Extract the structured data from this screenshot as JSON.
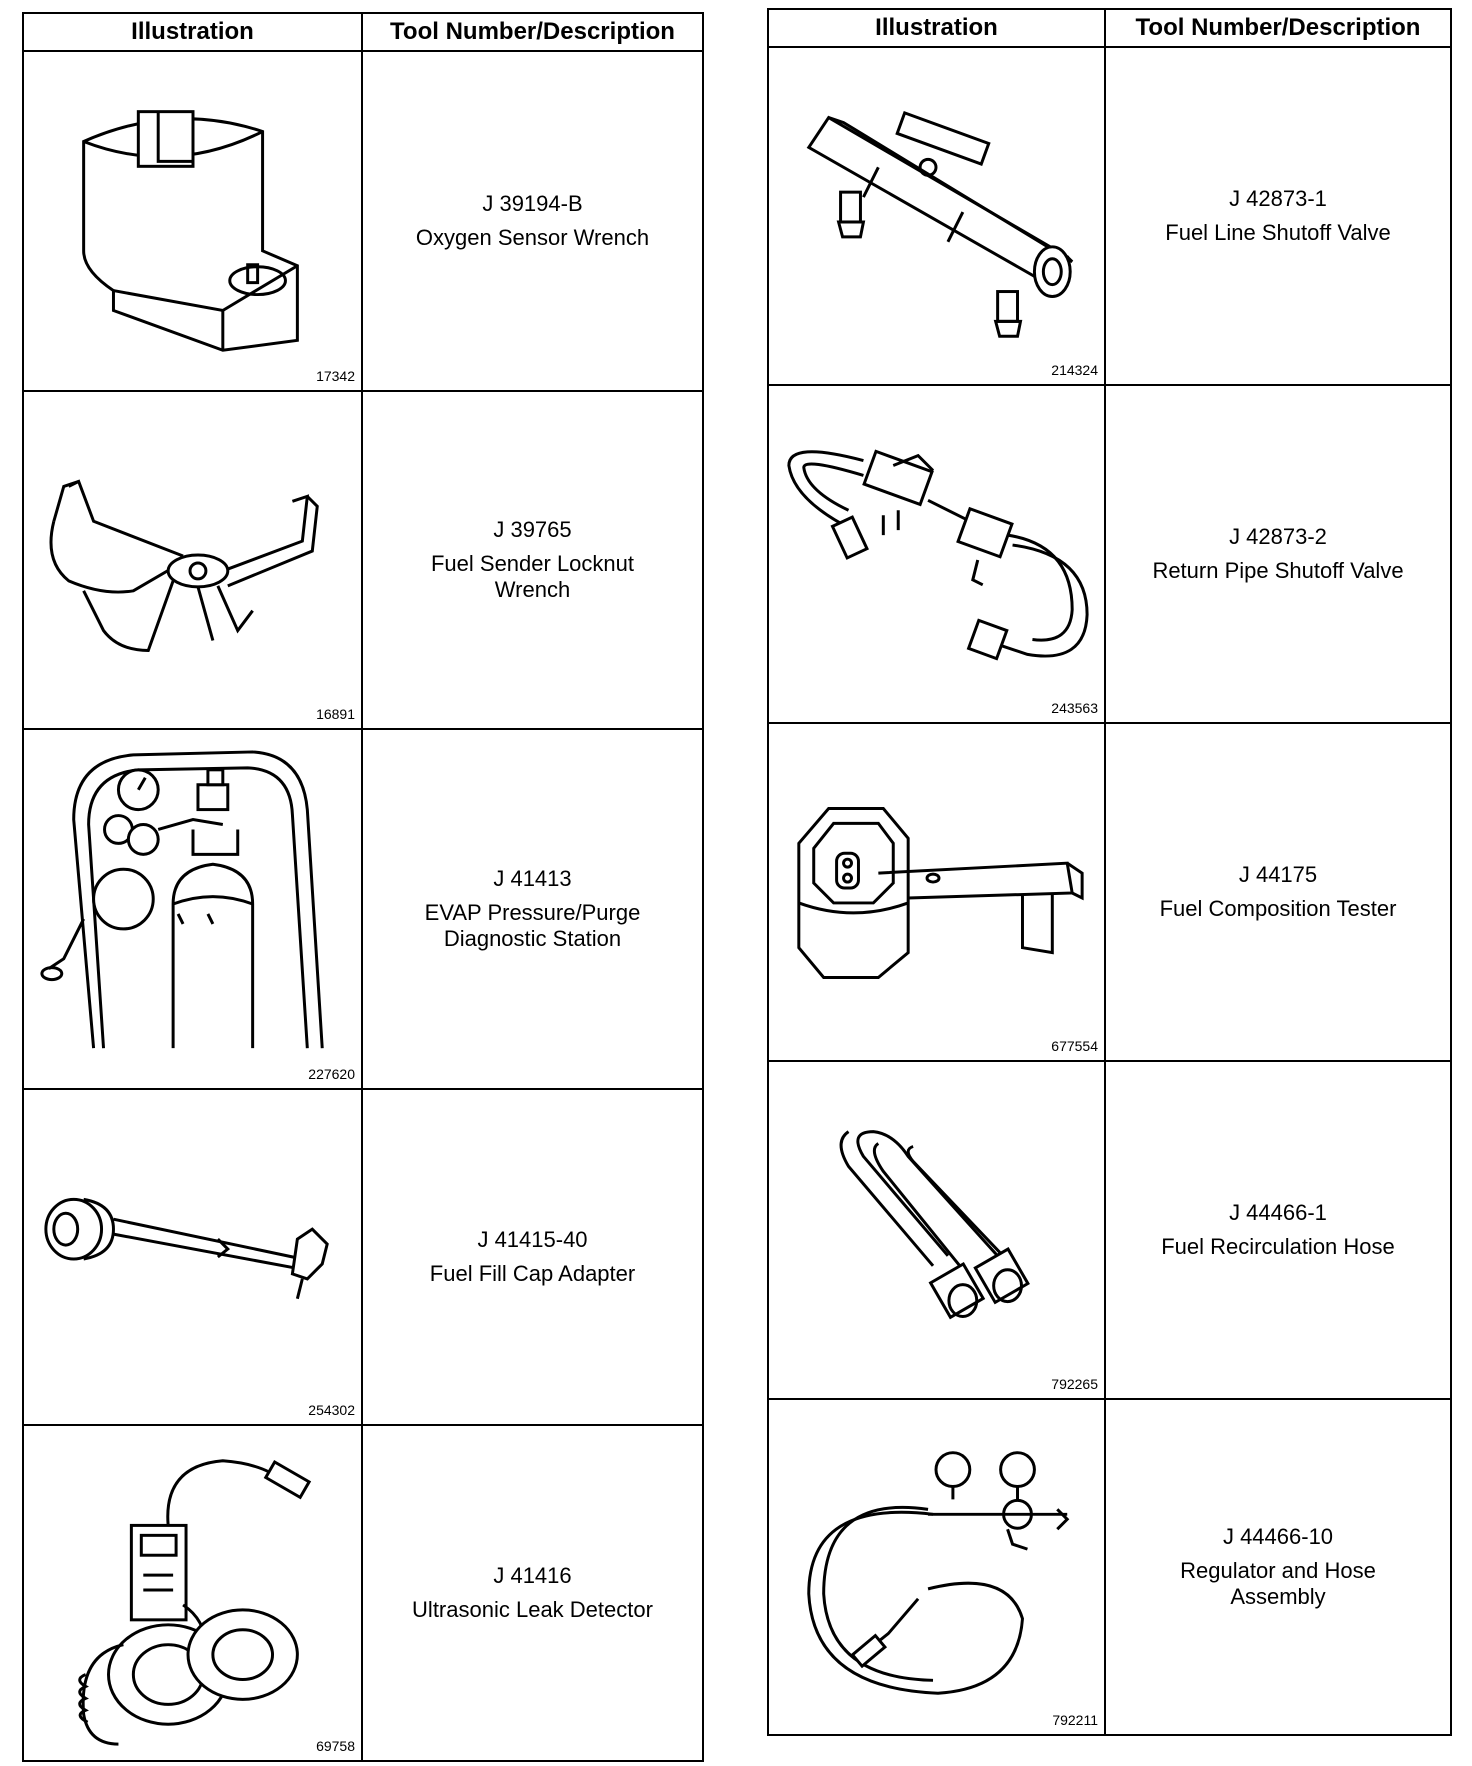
{
  "header": {
    "illustration": "Illustration",
    "tool": "Tool Number/Description"
  },
  "left": [
    {
      "number": "J 39194-B",
      "description": "Oxygen Sensor Wrench",
      "figure": "17342",
      "icon": "oxygen-sensor-wrench-illustration"
    },
    {
      "number": "J 39765",
      "description": "Fuel Sender Locknut\nWrench",
      "figure": "16891",
      "icon": "fuel-sender-locknut-wrench-illustration"
    },
    {
      "number": "J 41413",
      "description": "EVAP Pressure/Purge\nDiagnostic Station",
      "figure": "227620",
      "icon": "evap-diagnostic-station-illustration"
    },
    {
      "number": "J 41415-40",
      "description": "Fuel Fill Cap Adapter",
      "figure": "254302",
      "icon": "fuel-fill-cap-adapter-illustration"
    },
    {
      "number": "J 41416",
      "description": "Ultrasonic Leak Detector",
      "figure": "69758",
      "icon": "ultrasonic-leak-detector-illustration"
    }
  ],
  "right": [
    {
      "number": "J 42873-1",
      "description": "Fuel Line Shutoff Valve",
      "figure": "214324",
      "icon": "fuel-line-shutoff-valve-illustration"
    },
    {
      "number": "J 42873-2",
      "description": "Return Pipe Shutoff Valve",
      "figure": "243563",
      "icon": "return-pipe-shutoff-valve-illustration"
    },
    {
      "number": "J 44175",
      "description": "Fuel Composition Tester",
      "figure": "677554",
      "icon": "fuel-composition-tester-illustration"
    },
    {
      "number": "J 44466-1",
      "description": "Fuel Recirculation Hose",
      "figure": "792265",
      "icon": "fuel-recirculation-hose-illustration"
    },
    {
      "number": "J 44466-10",
      "description": "Regulator and Hose\nAssembly",
      "figure": "792211",
      "icon": "regulator-hose-assembly-illustration"
    }
  ]
}
